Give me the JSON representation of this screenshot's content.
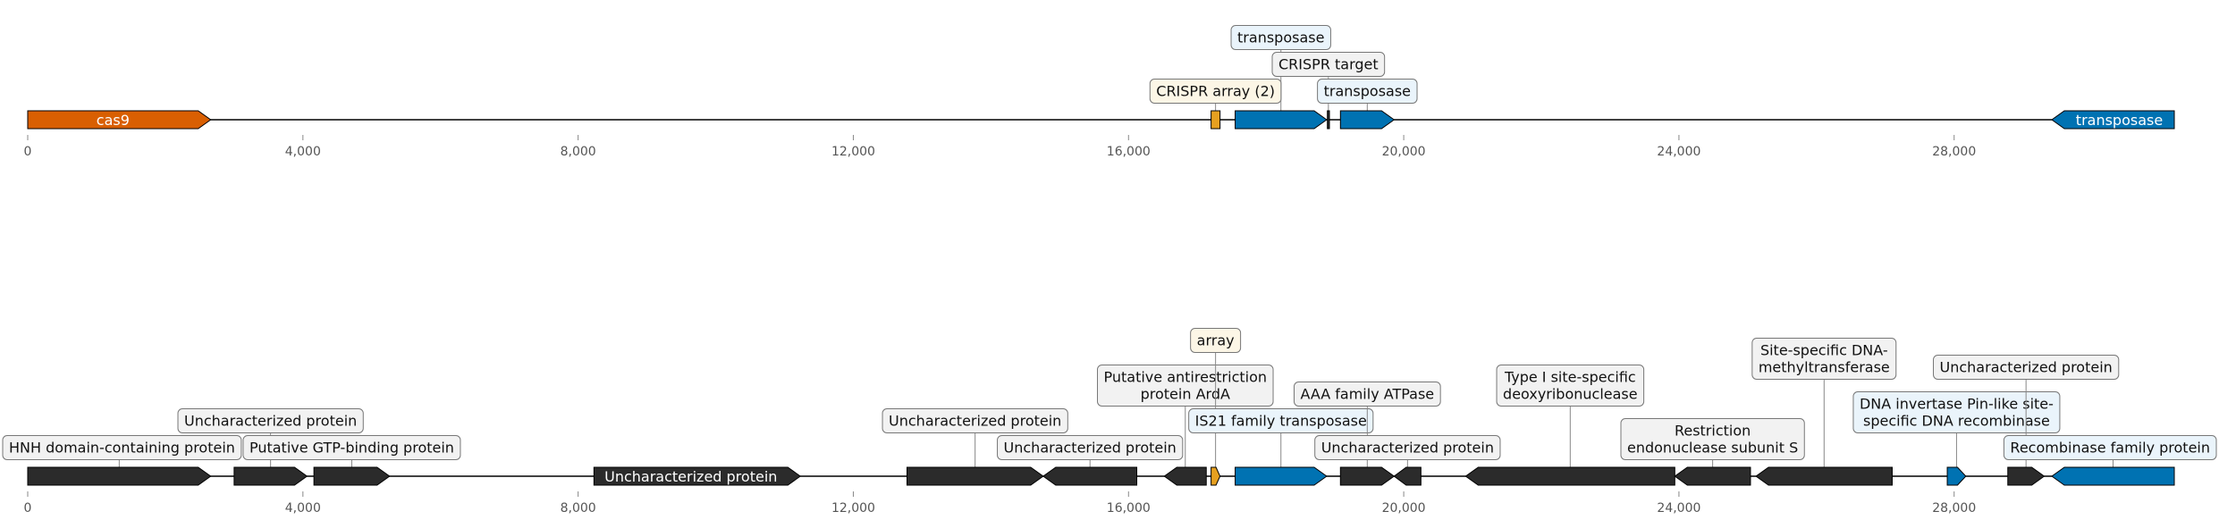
{
  "colors": {
    "cas9": "#d95f02",
    "transposase": "#0072b2",
    "crispr": "#e6a020",
    "other": "#2b2b2b",
    "axis": "#000000",
    "tick_label": "#555555",
    "label_box_default": "#f2f2f2",
    "label_box_transposase": "#eaf4fb",
    "label_box_crispr": "#fcf6e6"
  },
  "axis": {
    "min": 0,
    "max": 31200,
    "ticks": [
      {
        "value": 0,
        "label": "0"
      },
      {
        "value": 4000,
        "label": "4,000"
      },
      {
        "value": 8000,
        "label": "8,000"
      },
      {
        "value": 12000,
        "label": "12,000"
      },
      {
        "value": 16000,
        "label": "16,000"
      },
      {
        "value": 20000,
        "label": "20,000"
      },
      {
        "value": 24000,
        "label": "24,000"
      },
      {
        "value": 28000,
        "label": "28,000"
      }
    ]
  },
  "tracks": [
    {
      "id": "top",
      "features": [
        {
          "start": 0,
          "end": 2660,
          "strand": 1,
          "kind": "cas9",
          "inner_label": "cas9"
        },
        {
          "start": 17200,
          "end": 17330,
          "strand": 0,
          "kind": "crispr",
          "label": "CRISPR array (2)",
          "label_level": 1
        },
        {
          "start": 17550,
          "end": 18880,
          "strand": 1,
          "kind": "transposase",
          "label": "transposase",
          "label_level": 3
        },
        {
          "start": 18890,
          "end": 18920,
          "strand": 0,
          "kind": "other",
          "label": "CRISPR target",
          "label_level": 2
        },
        {
          "start": 19080,
          "end": 19860,
          "strand": 1,
          "kind": "transposase",
          "label": "transposase",
          "label_level": 1
        },
        {
          "start": 29420,
          "end": 31200,
          "strand": -1,
          "kind": "transposase",
          "inner_label": "transposase"
        }
      ]
    },
    {
      "id": "bottom",
      "features": [
        {
          "start": 0,
          "end": 2660,
          "strand": 1,
          "kind": "other",
          "label": "HNH domain-containing protein",
          "label_level": 1
        },
        {
          "start": 3000,
          "end": 4060,
          "strand": 1,
          "kind": "other",
          "label": "Uncharacterized protein",
          "label_level": 2
        },
        {
          "start": 4160,
          "end": 5260,
          "strand": 1,
          "kind": "other",
          "label": "Putative GTP-binding protein",
          "label_level": 1
        },
        {
          "start": 8230,
          "end": 11230,
          "strand": 1,
          "kind": "other",
          "inner_label": "Uncharacterized protein"
        },
        {
          "start": 12780,
          "end": 14760,
          "strand": 1,
          "kind": "other",
          "label": "Uncharacterized protein",
          "label_level": 2
        },
        {
          "start": 14760,
          "end": 16120,
          "strand": -1,
          "kind": "other",
          "label": "Uncharacterized protein",
          "label_level": 1
        },
        {
          "start": 16520,
          "end": 17130,
          "strand": -1,
          "kind": "other",
          "label": "Putative antirestriction\nprotein ArdA",
          "label_level": 3
        },
        {
          "start": 17200,
          "end": 17330,
          "strand": 1,
          "kind": "crispr",
          "label": "array",
          "label_level": 5
        },
        {
          "start": 17550,
          "end": 18880,
          "strand": 1,
          "kind": "transposase",
          "label": "IS21 family transposase",
          "label_level": 2
        },
        {
          "start": 19080,
          "end": 19860,
          "strand": 1,
          "kind": "other",
          "label": "AAA family ATPase",
          "label_level": 3
        },
        {
          "start": 19860,
          "end": 20250,
          "strand": -1,
          "kind": "other",
          "label": "Uncharacterized protein",
          "label_level": 1
        },
        {
          "start": 20900,
          "end": 23940,
          "strand": -1,
          "kind": "other",
          "label": "Type I site-specific\ndeoxyribonuclease",
          "label_level": 3
        },
        {
          "start": 23940,
          "end": 25040,
          "strand": -1,
          "kind": "other",
          "label": "Restriction\nendonuclease subunit S",
          "label_level": 1
        },
        {
          "start": 25120,
          "end": 27100,
          "strand": -1,
          "kind": "other",
          "label": "Site-specific DNA-\nmethyltransferase",
          "label_level": 4
        },
        {
          "start": 27900,
          "end": 28170,
          "strand": 1,
          "kind": "transposase",
          "label": "DNA invertase Pin-like site-\nspecific DNA recombinase",
          "label_level": 2
        },
        {
          "start": 28780,
          "end": 29310,
          "strand": 1,
          "kind": "other",
          "label": "Uncharacterized protein",
          "label_level": 4
        },
        {
          "start": 29420,
          "end": 31200,
          "strand": -1,
          "kind": "transposase",
          "label": "Recombinase family protein",
          "label_level": 1
        }
      ]
    }
  ]
}
